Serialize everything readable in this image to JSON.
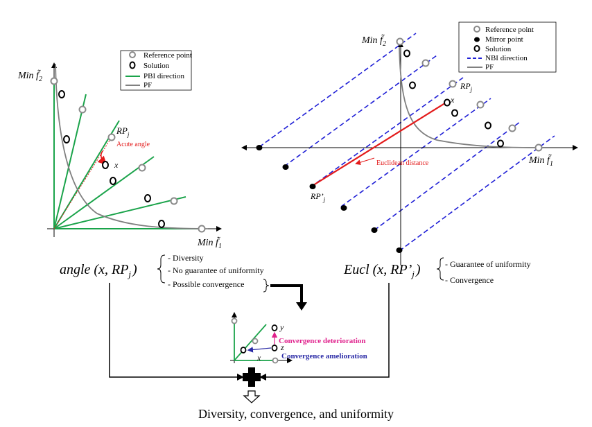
{
  "left_panel": {
    "y_label": "Min f̃",
    "y_sub": "2",
    "x_label": "Min f̃",
    "x_sub": "1",
    "legend": {
      "reference_point": "Reference point",
      "solution": "Solution",
      "pbi_direction": "PBI direction",
      "pf": "PF"
    },
    "rp_label": "RP",
    "rp_sub": "j",
    "acute_angle": "Acute angle",
    "x_point_label": "x"
  },
  "right_panel": {
    "y_label": "Min f̃",
    "y_sub": "2",
    "x_label": "Min f̃",
    "x_sub": "1",
    "legend": {
      "reference_point": "Reference point",
      "mirror_point": "Mirror point",
      "solution": "Solution",
      "nbi_direction": "NBI direction",
      "pf": "PF"
    },
    "rp_label": "RP",
    "rp_sub": "j",
    "x_point_label": "x",
    "euclidean_distance": "Euclidean distance",
    "rp_mirror_label": "RP’",
    "rp_mirror_sub": "j"
  },
  "angle_formula": {
    "prefix": "angle (x, RP",
    "sub": "j",
    "suffix": ")",
    "items": [
      "- Diversity",
      "- No guarantee of uniformity",
      "- Possible convergence"
    ]
  },
  "eucl_formula": {
    "prefix": "Eucl (x, RP’",
    "sub": "j",
    "suffix": ")",
    "items": [
      "- Guarantee of uniformity",
      "- Convergence"
    ]
  },
  "mini_panel": {
    "y_label": "y",
    "z_label": "z",
    "x_label": "x",
    "deterioration": "Convergence deterioration",
    "amelioration": "Convergence amelioration"
  },
  "conclusion": "Diversity, convergence, and uniformity",
  "colors": {
    "green": "#1aa34a",
    "blue_dash": "#1f1fd6",
    "red": "#e31b1b",
    "magenta": "#e0208c",
    "navy": "#2a2aa6",
    "gray_curve": "#808080"
  }
}
